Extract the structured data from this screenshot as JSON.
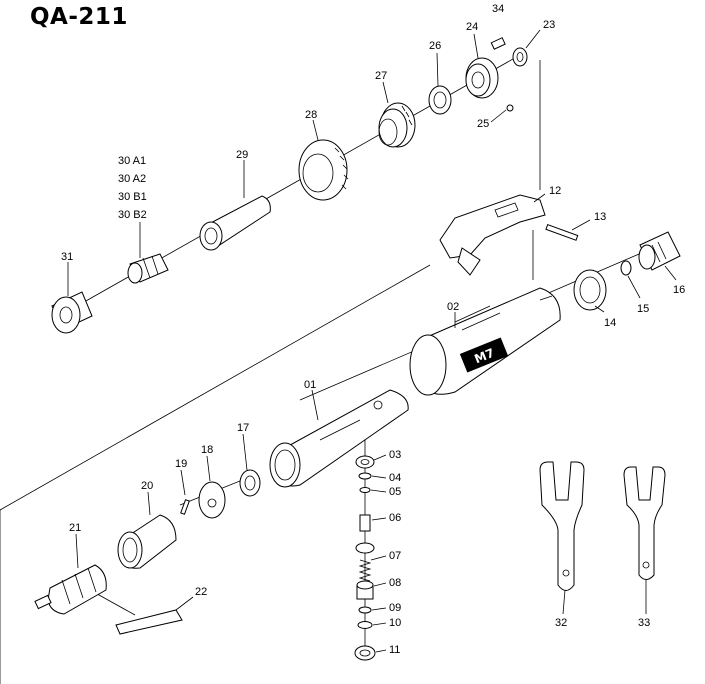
{
  "title": "QA-211",
  "brand_logo_text": "M7",
  "parts": {
    "p01": "01",
    "p02": "02",
    "p03": "03",
    "p04": "04",
    "p05": "05",
    "p06": "06",
    "p07": "07",
    "p08": "08",
    "p09": "09",
    "p10": "10",
    "p11": "11",
    "p12": "12",
    "p13": "13",
    "p14": "14",
    "p15": "15",
    "p16": "16",
    "p17": "17",
    "p18": "18",
    "p19": "19",
    "p20": "20",
    "p21": "21",
    "p22": "22",
    "p23": "23",
    "p24": "24",
    "p25": "25",
    "p26": "26",
    "p27": "27",
    "p28": "28",
    "p29": "29",
    "p30a1": "30 A1",
    "p30a2": "30 A2",
    "p30b1": "30 B1",
    "p30b2": "30 B2",
    "p31": "31",
    "p32": "32",
    "p33": "33",
    "p34": "34"
  }
}
